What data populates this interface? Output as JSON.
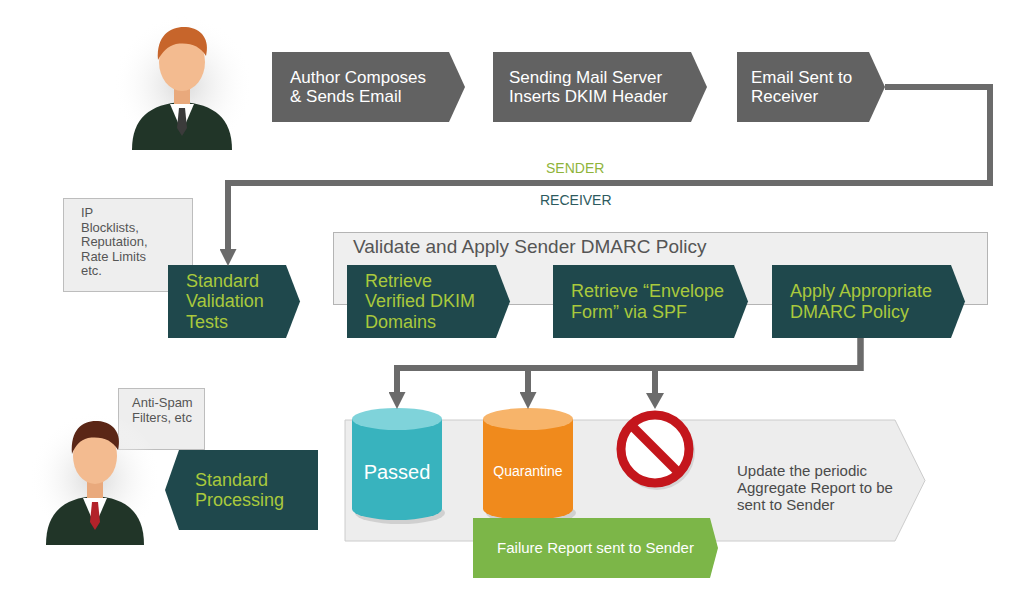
{
  "diagram": {
    "nodes": [
      {
        "text": [
          "Author Composes & Sends Email"
        ]
      },
      {
        "text": [
          "Sending Mail Server Inserts DKIM Header"
        ]
      },
      {
        "text": [
          "Email Sent to Receiver"
        ]
      },
      {
        "text": [
          "IP Blocklists, Reputation, Rate Limits etc."
        ]
      },
      {
        "text": [
          "Standard Validation Tests"
        ]
      },
      {
        "text": [
          "Validate and Apply Sender DMARC Policy"
        ]
      },
      {
        "text": [
          "Retrieve Verified DKIM Domains"
        ],
        "in": 5
      },
      {
        "text": [
          "Retrieve “Envelope Form” via SPF"
        ],
        "in": 5
      },
      {
        "text": [
          "Apply Appropriate DMARC Policy"
        ],
        "in": 5
      },
      {
        "text": [
          "Anti-Spam Filters, etc"
        ]
      },
      {
        "text": [
          "Standard Processing"
        ]
      },
      {
        "text": [
          "Update the periodic Aggregate Report to be sent to Sender"
        ]
      },
      {
        "text": [
          "Passed"
        ],
        "in": 11
      },
      {
        "text": [
          "Quarantine"
        ],
        "in": 11
      },
      {
        "text": [
          "Failure Report sent to Sender"
        ]
      }
    ],
    "edges": [
      {
        "from": 2,
        "to": 4,
        "arrow": "to"
      },
      {
        "from": 8,
        "to": 12,
        "arrow": "to"
      },
      {
        "from": 8,
        "to": 13,
        "arrow": "to"
      }
    ],
    "labels": [
      "SENDER",
      "RECEIVER"
    ]
  }
}
